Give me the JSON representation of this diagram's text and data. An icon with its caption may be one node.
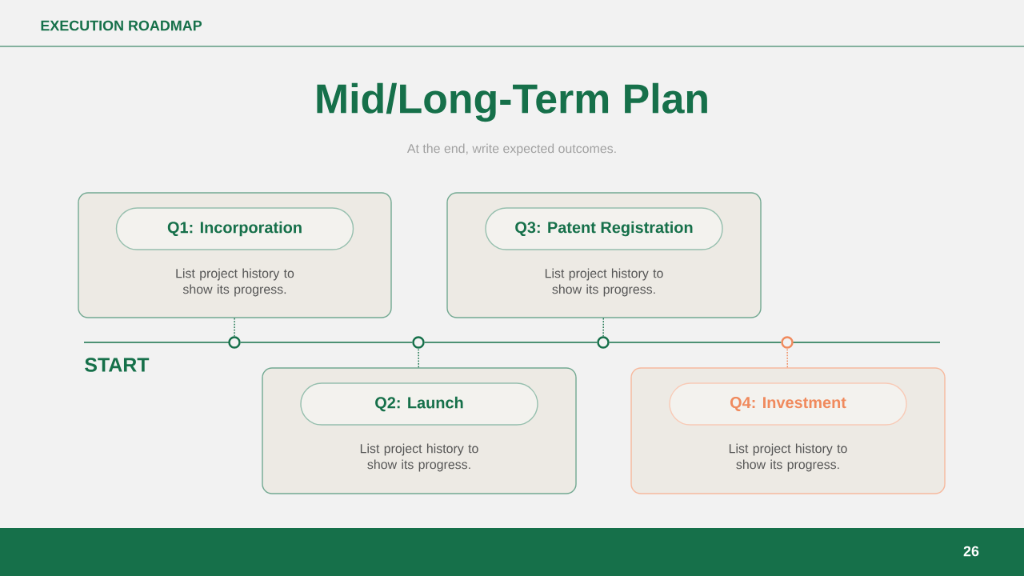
{
  "diagram": {
    "title": "Mid/Long-Term Plan",
    "nodes": [
      {
        "text": [
          "List project history to show its progress."
        ]
      },
      {
        "text": [
          "Q1: Incorporation"
        ],
        "in": 0
      },
      {
        "text": [
          "List project history to show its progress."
        ]
      },
      {
        "text": [
          "Q2: Launch"
        ],
        "in": 2
      },
      {
        "text": [
          "List project history to show its progress."
        ]
      },
      {
        "text": [
          "Q3: Patent Registration"
        ],
        "in": 4
      },
      {
        "text": [
          "List project history to show its progress."
        ]
      },
      {
        "text": [
          "Q4: Investment"
        ],
        "in": 6
      },
      {
        "text": [],
        "shape": "circle"
      },
      {
        "text": [],
        "shape": "circle"
      },
      {
        "text": [],
        "shape": "circle"
      },
      {
        "text": [],
        "shape": "circle"
      }
    ],
    "edges": [
      {
        "from": 0,
        "to": 8,
        "arrow": "none",
        "style": "dashed"
      },
      {
        "from": 2,
        "to": 9,
        "arrow": "none",
        "style": "dashed"
      },
      {
        "from": 4,
        "to": 10,
        "arrow": "none",
        "style": "dashed"
      },
      {
        "from": 6,
        "to": 11,
        "arrow": "none",
        "style": "dashed",
        "color": "#f08a5d"
      },
      {
        "from": 8,
        "to": 9,
        "arrow": "none"
      },
      {
        "from": 9,
        "to": 10,
        "arrow": "none"
      },
      {
        "from": 10,
        "to": 11,
        "arrow": "none"
      }
    ],
    "labels": [
      "EXECUTION ROADMAP",
      "At the end, write expected outcomes.",
      "START",
      "26"
    ]
  }
}
